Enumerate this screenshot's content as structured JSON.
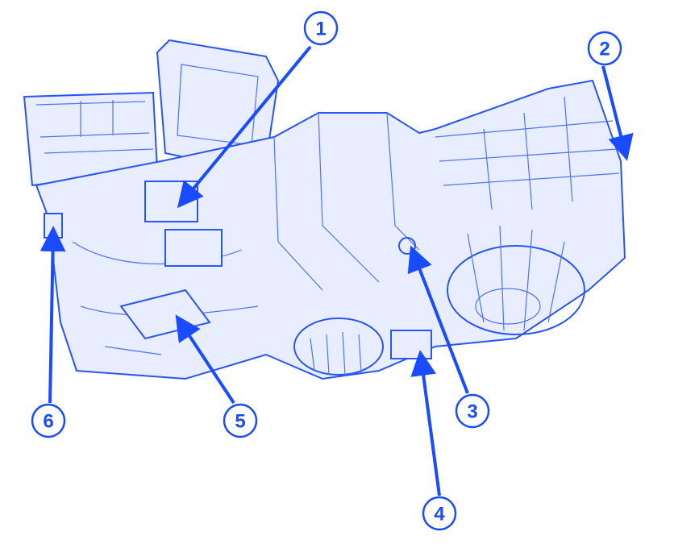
{
  "diagram": {
    "line_color": "#1a4cff",
    "callouts": [
      "1",
      "2",
      "3",
      "4",
      "5",
      "6"
    ]
  }
}
